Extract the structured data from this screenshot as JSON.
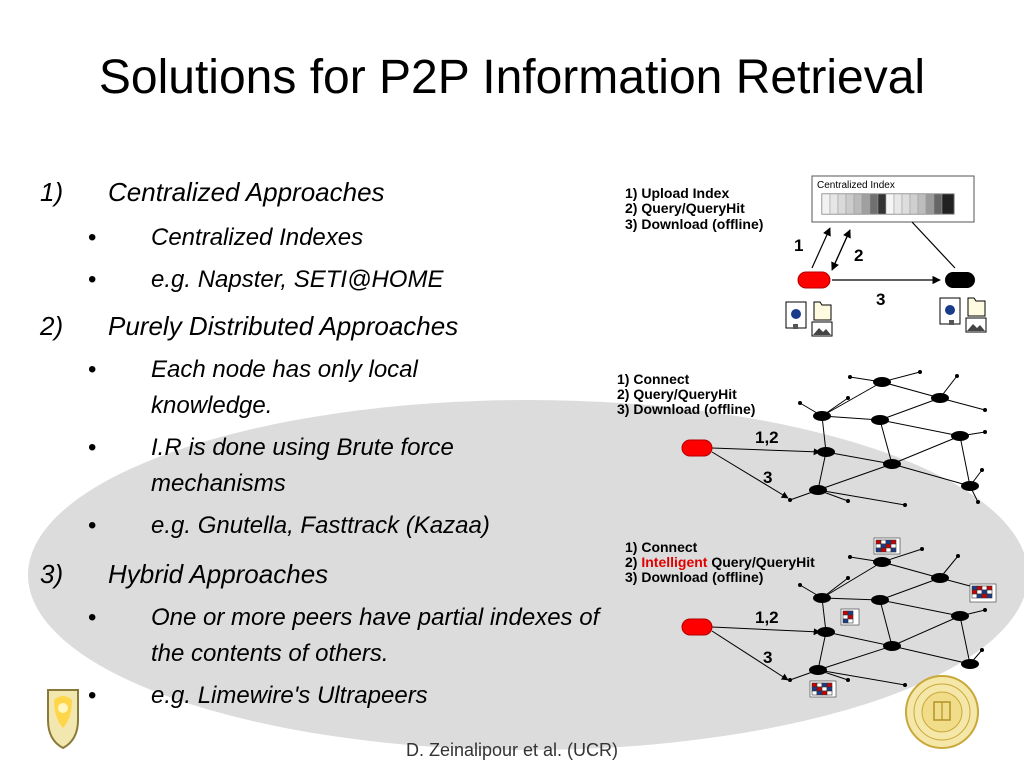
{
  "title": "Solutions for P2P Information Retrieval",
  "outline": [
    {
      "num": "1)",
      "text": "Centralized Approaches",
      "bullets": [
        "Centralized Indexes",
        "e.g. Napster, SETI@HOME"
      ]
    },
    {
      "num": "2)",
      "text": "Purely Distributed Approaches",
      "bullets": [
        "Each node has only local knowledge.",
        "I.R is done using Brute force mechanisms",
        "e.g. Gnutella, Fasttrack (Kazaa)"
      ]
    },
    {
      "num": "3)",
      "text": "Hybrid Approaches",
      "bullets": [
        "One or more peers have partial indexes of the contents of others.",
        "e.g. Limewire's Ultrapeers"
      ]
    }
  ],
  "bullet_glyph": "•",
  "footer": "D. Zeinalipour et al. (UCR)",
  "diagram1": {
    "steps": [
      "1) Upload Index",
      "2) Query/QueryHit",
      "3) Download (offline)"
    ],
    "index_label": "Centralized Index",
    "arrow_labels": {
      "upload": "1",
      "query": "2",
      "download": "3"
    }
  },
  "diagram2": {
    "steps": [
      "1) Connect",
      "2) Query/QueryHit",
      "3) Download (offline)"
    ],
    "arrow_labels": {
      "connect_query": "1,2",
      "download": "3"
    }
  },
  "diagram3": {
    "steps": [
      "1) Connect",
      "3) Download (offline)"
    ],
    "step2_prefix": "2) ",
    "step2_highlight": "Intelligent",
    "step2_suffix": " Query/QueryHit",
    "arrow_labels": {
      "connect_query": "1,2",
      "download": "3"
    }
  },
  "colors": {
    "peer_requester": "#ff0000",
    "peer_node": "#000000",
    "highlight": "#e00000",
    "ellipse": "#dcdcdc"
  },
  "icons": [
    "document-icon",
    "folder-icon",
    "picture-icon",
    "shield-logo",
    "university-seal-logo",
    "partial-index-grid-icon"
  ]
}
